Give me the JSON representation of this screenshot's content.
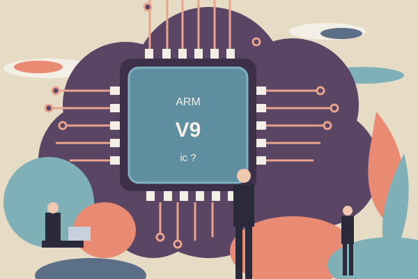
{
  "illustration": {
    "chip": {
      "line1": "ARM",
      "line2": "V9",
      "line3": "ic ?"
    },
    "colors": {
      "background": "#e6dcc6",
      "cloud": "#5b4565",
      "chip_body": "#4a3a55",
      "chip_face": "#5f8ea0",
      "traces": "#e8a48c",
      "leaf_coral": "#e98a72",
      "leaf_teal": "#7fb0b8"
    }
  }
}
